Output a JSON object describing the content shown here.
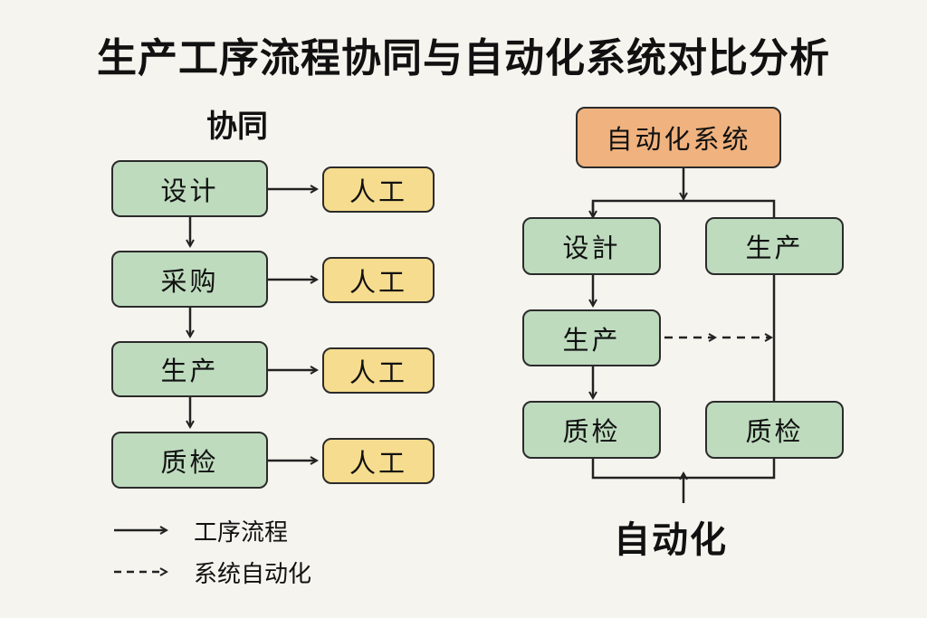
{
  "title": "生产工序流程协同与自动化系统对比分析",
  "left": {
    "heading": "协同",
    "steps": [
      "设计",
      "采购",
      "生产",
      "质检"
    ],
    "manual_label": "人工"
  },
  "right": {
    "top": "自动化系统",
    "left_steps": [
      "设計",
      "生产",
      "质检"
    ],
    "right_steps": [
      "生产",
      "质检"
    ],
    "footer": "自动化"
  },
  "legend": {
    "solid": "工序流程",
    "dashed": "系统自动化"
  },
  "colors": {
    "step": "#bedbbe",
    "manual": "#f6dc8e",
    "system": "#f0b27e",
    "background": "#f6f4ee"
  }
}
